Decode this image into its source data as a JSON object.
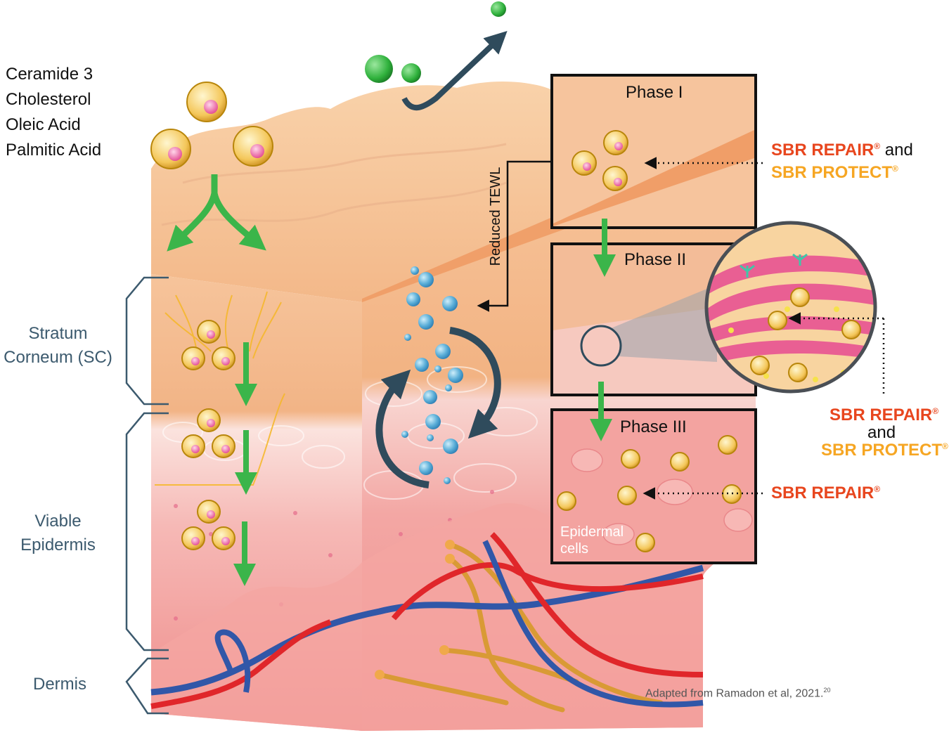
{
  "ingredients": [
    "Ceramide 3",
    "Cholesterol",
    "Oleic Acid",
    "Palmitic Acid"
  ],
  "layers": {
    "stratum_corneum": [
      "Stratum",
      "Corneum (SC)"
    ],
    "viable_epidermis": [
      "Viable",
      "Epidermis"
    ],
    "dermis": "Dermis"
  },
  "phases": [
    "Phase I",
    "Phase II",
    "Phase III"
  ],
  "tewl_label": "Reduced TEWL",
  "epidermal_cells": [
    "Epidermal",
    "cells"
  ],
  "brands": {
    "repair": "SBR REPAIR",
    "protect": "SBR PROTECT",
    "reg": "®",
    "and": "and"
  },
  "citation": "Adapted from Ramadon et al, 2021.",
  "citation_ref": "20",
  "colors": {
    "skin_top": "#f7c79a",
    "stratum": "#f3b98a",
    "epidermis": "#f6c3c0",
    "dermis": "#f29a98",
    "arrow_green": "#3bb54a",
    "arrow_dark": "#2f4b5c",
    "vein": "#3157a8",
    "artery": "#e0262a",
    "nerve": "#d99a35",
    "brand_red": "#e8461e",
    "brand_orange": "#f6a623"
  }
}
